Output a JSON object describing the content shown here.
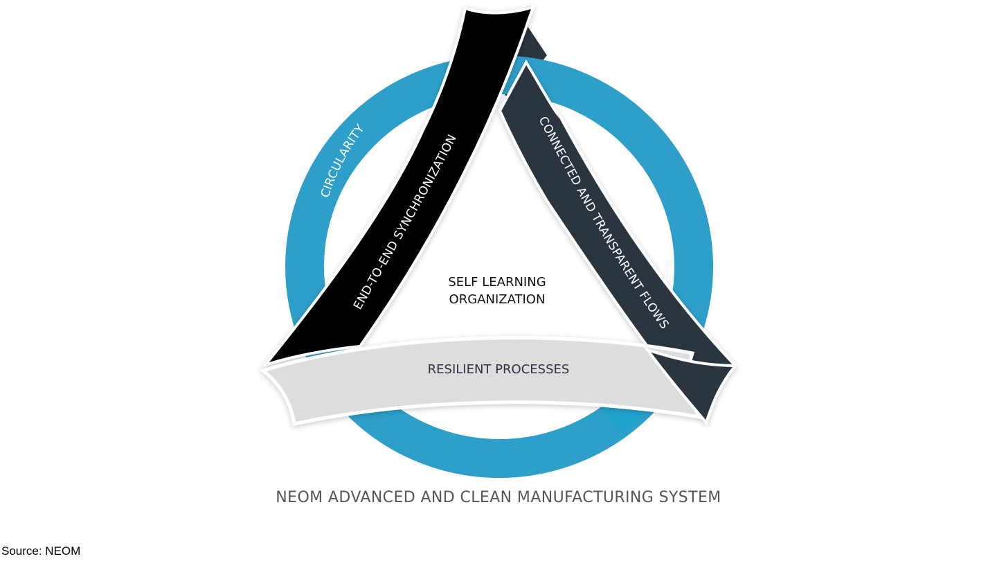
{
  "diagram": {
    "ring_label": "CIRCULARITY",
    "ribbon_left_label": "END-TO-END SYNCHRONIZATION",
    "ribbon_right_label": "CONNECTED AND TRANSPARENT FLOWS",
    "band_label": "RESILIENT PROCESSES",
    "center_label_line1": "SELF LEARNING",
    "center_label_line2": "ORGANIZATION",
    "colors": {
      "ring": "#2e9fc8",
      "ribbon_left": "#000000",
      "ribbon_right": "#2b3540",
      "band": "#dddddd",
      "band_text": "#2b3540"
    }
  },
  "title": "NEOM ADVANCED AND CLEAN MANUFACTURING SYSTEM",
  "source": "Source: NEOM"
}
